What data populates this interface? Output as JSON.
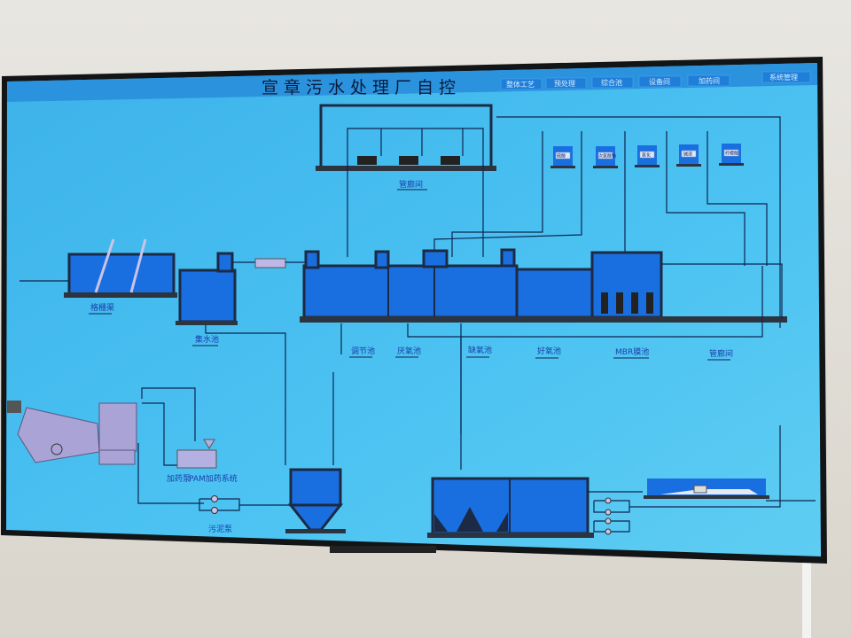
{
  "header": {
    "title": "宣章污水处理厂自控",
    "nav": [
      "整体工艺",
      "预处理",
      "综合池",
      "设备间",
      "加药间",
      "系统管理"
    ]
  },
  "process": {
    "grille_channel": "格栅渠",
    "collection_tank": "集水池",
    "pipe_gallery_top": "管廊间",
    "regulating_tank": "调节池",
    "anaerobic_tank": "厌氧池",
    "anoxic_tank": "缺氧池",
    "aerobic_tank": "好氧池",
    "mbr_tank": "MBR膜池",
    "pipe_gallery": "管廊间",
    "dosing_pump": "加药泵",
    "pam_system": "PAM加药系统",
    "sludge_pump": "污泥泵"
  },
  "chemical_tanks": [
    "硫酸",
    "次氯酸钠",
    "氯化",
    "碱液",
    "柠檬酸"
  ],
  "colors": {
    "screen": "#45bdf0",
    "tank": "#1a6fe0",
    "pipe": "#0d2550",
    "title_bar": "#2b93de"
  }
}
